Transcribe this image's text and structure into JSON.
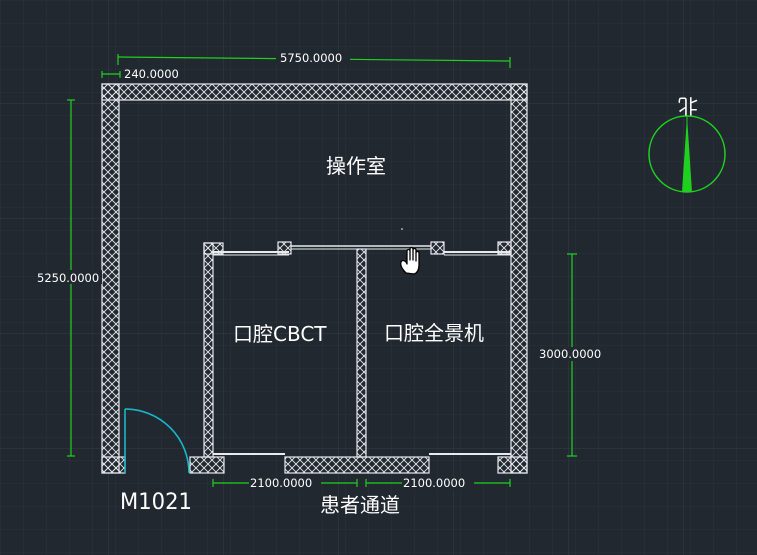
{
  "colors": {
    "background": "#212830",
    "grid_minor": "#2a323c",
    "grid_major": "#343d48",
    "wall": "#e8eaed",
    "dimension": "#1fd01f",
    "door_arc": "#1ab7c9",
    "text": "#ffffff"
  },
  "dimensions": {
    "overall_width": "5750.0000",
    "wall_thickness": "240.0000",
    "overall_height": "5250.0000",
    "room_height": "3000.0000",
    "left_room_width": "2100.0000",
    "right_room_width": "2100.0000"
  },
  "rooms": {
    "control_room": "操作室",
    "left_room": "口腔CBCT",
    "right_room": "口腔全景机",
    "corridor": "患者通道"
  },
  "door_label": "M1021",
  "compass_label": "北",
  "cursor_icon": "hand-pan-icon"
}
